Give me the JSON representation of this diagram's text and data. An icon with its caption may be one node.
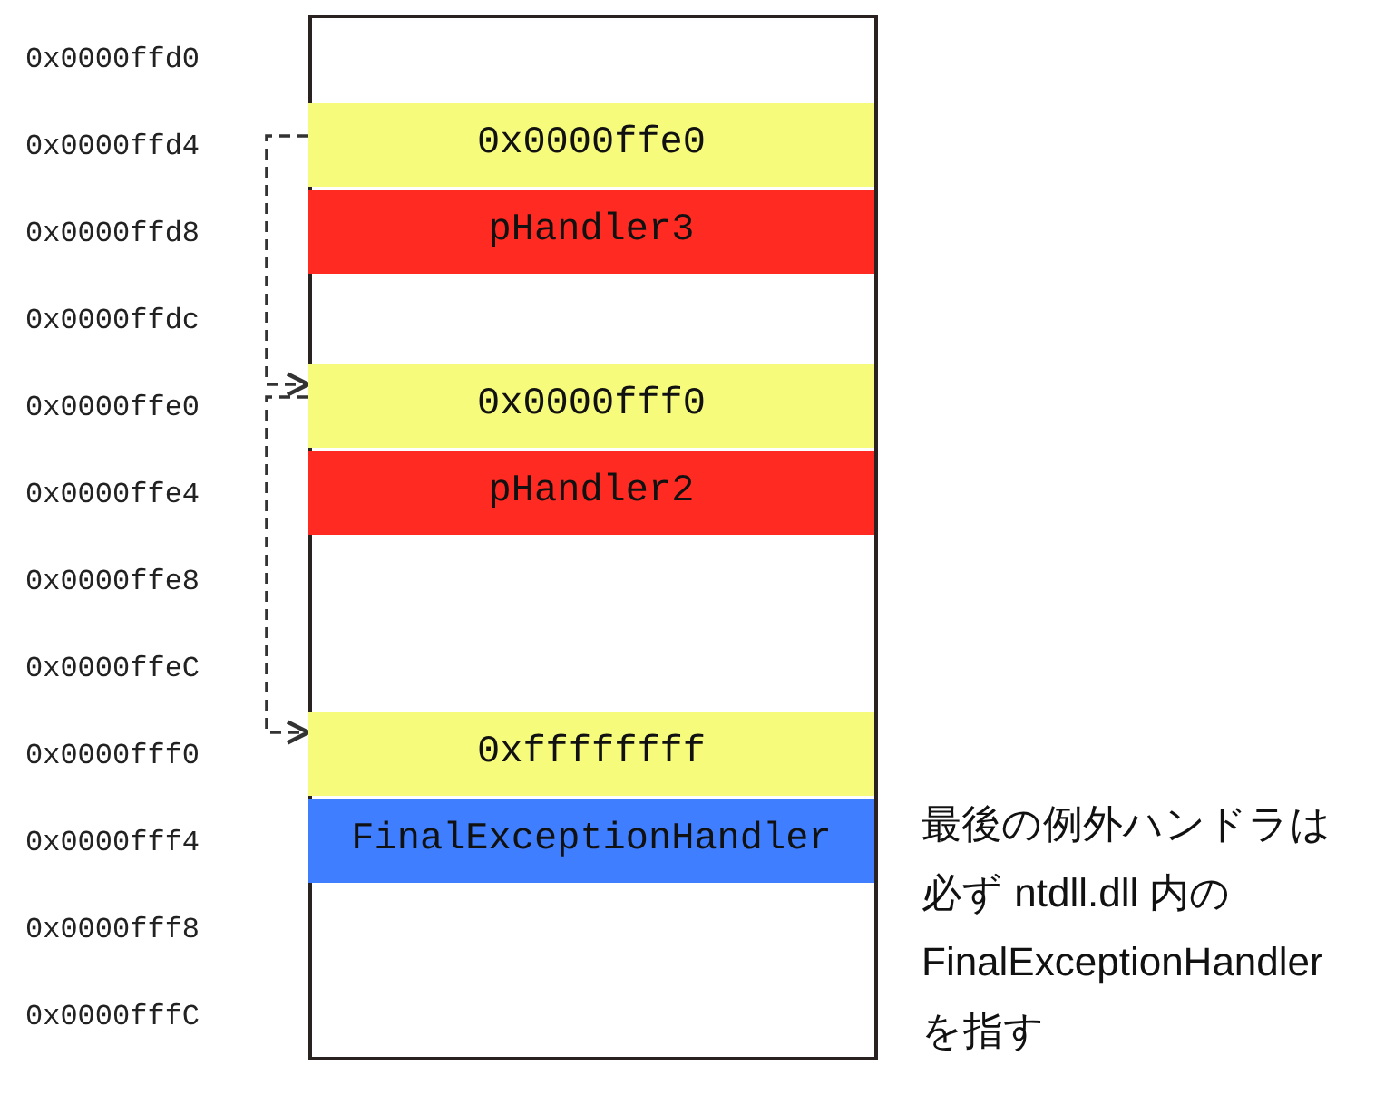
{
  "diagram": {
    "nodes": [
      {
        "text": [],
        "shape": "box"
      },
      {
        "text": [
          "0x0000ffe0"
        ],
        "in": 0
      },
      {
        "text": [
          "pHandler3"
        ],
        "in": 0
      },
      {
        "text": [
          "0x0000fff0"
        ],
        "in": 0
      },
      {
        "text": [
          "pHandler2"
        ],
        "in": 0
      },
      {
        "text": [
          "0xffffffff"
        ],
        "in": 0
      },
      {
        "text": [
          "FinalExceptionHandler"
        ],
        "in": 0
      }
    ],
    "edges": [
      {
        "from": 1,
        "to": 3,
        "arrow": "to",
        "style": "dashed"
      },
      {
        "from": 3,
        "to": 5,
        "arrow": "to",
        "style": "dashed"
      }
    ],
    "labels": [
      "0x0000ffd0",
      "0x0000ffd4",
      "0x0000ffd8",
      "0x0000ffdc",
      "0x0000ffe0",
      "0x0000ffe4",
      "0x0000ffe8",
      "0x0000ffeC",
      "0x0000fff0",
      "0x0000fff4",
      "0x0000fff8",
      "0x0000fffC",
      "最後の例外ハンドラは必ず ntdll.dll 内のFinalExceptionHandlerを指す"
    ]
  }
}
